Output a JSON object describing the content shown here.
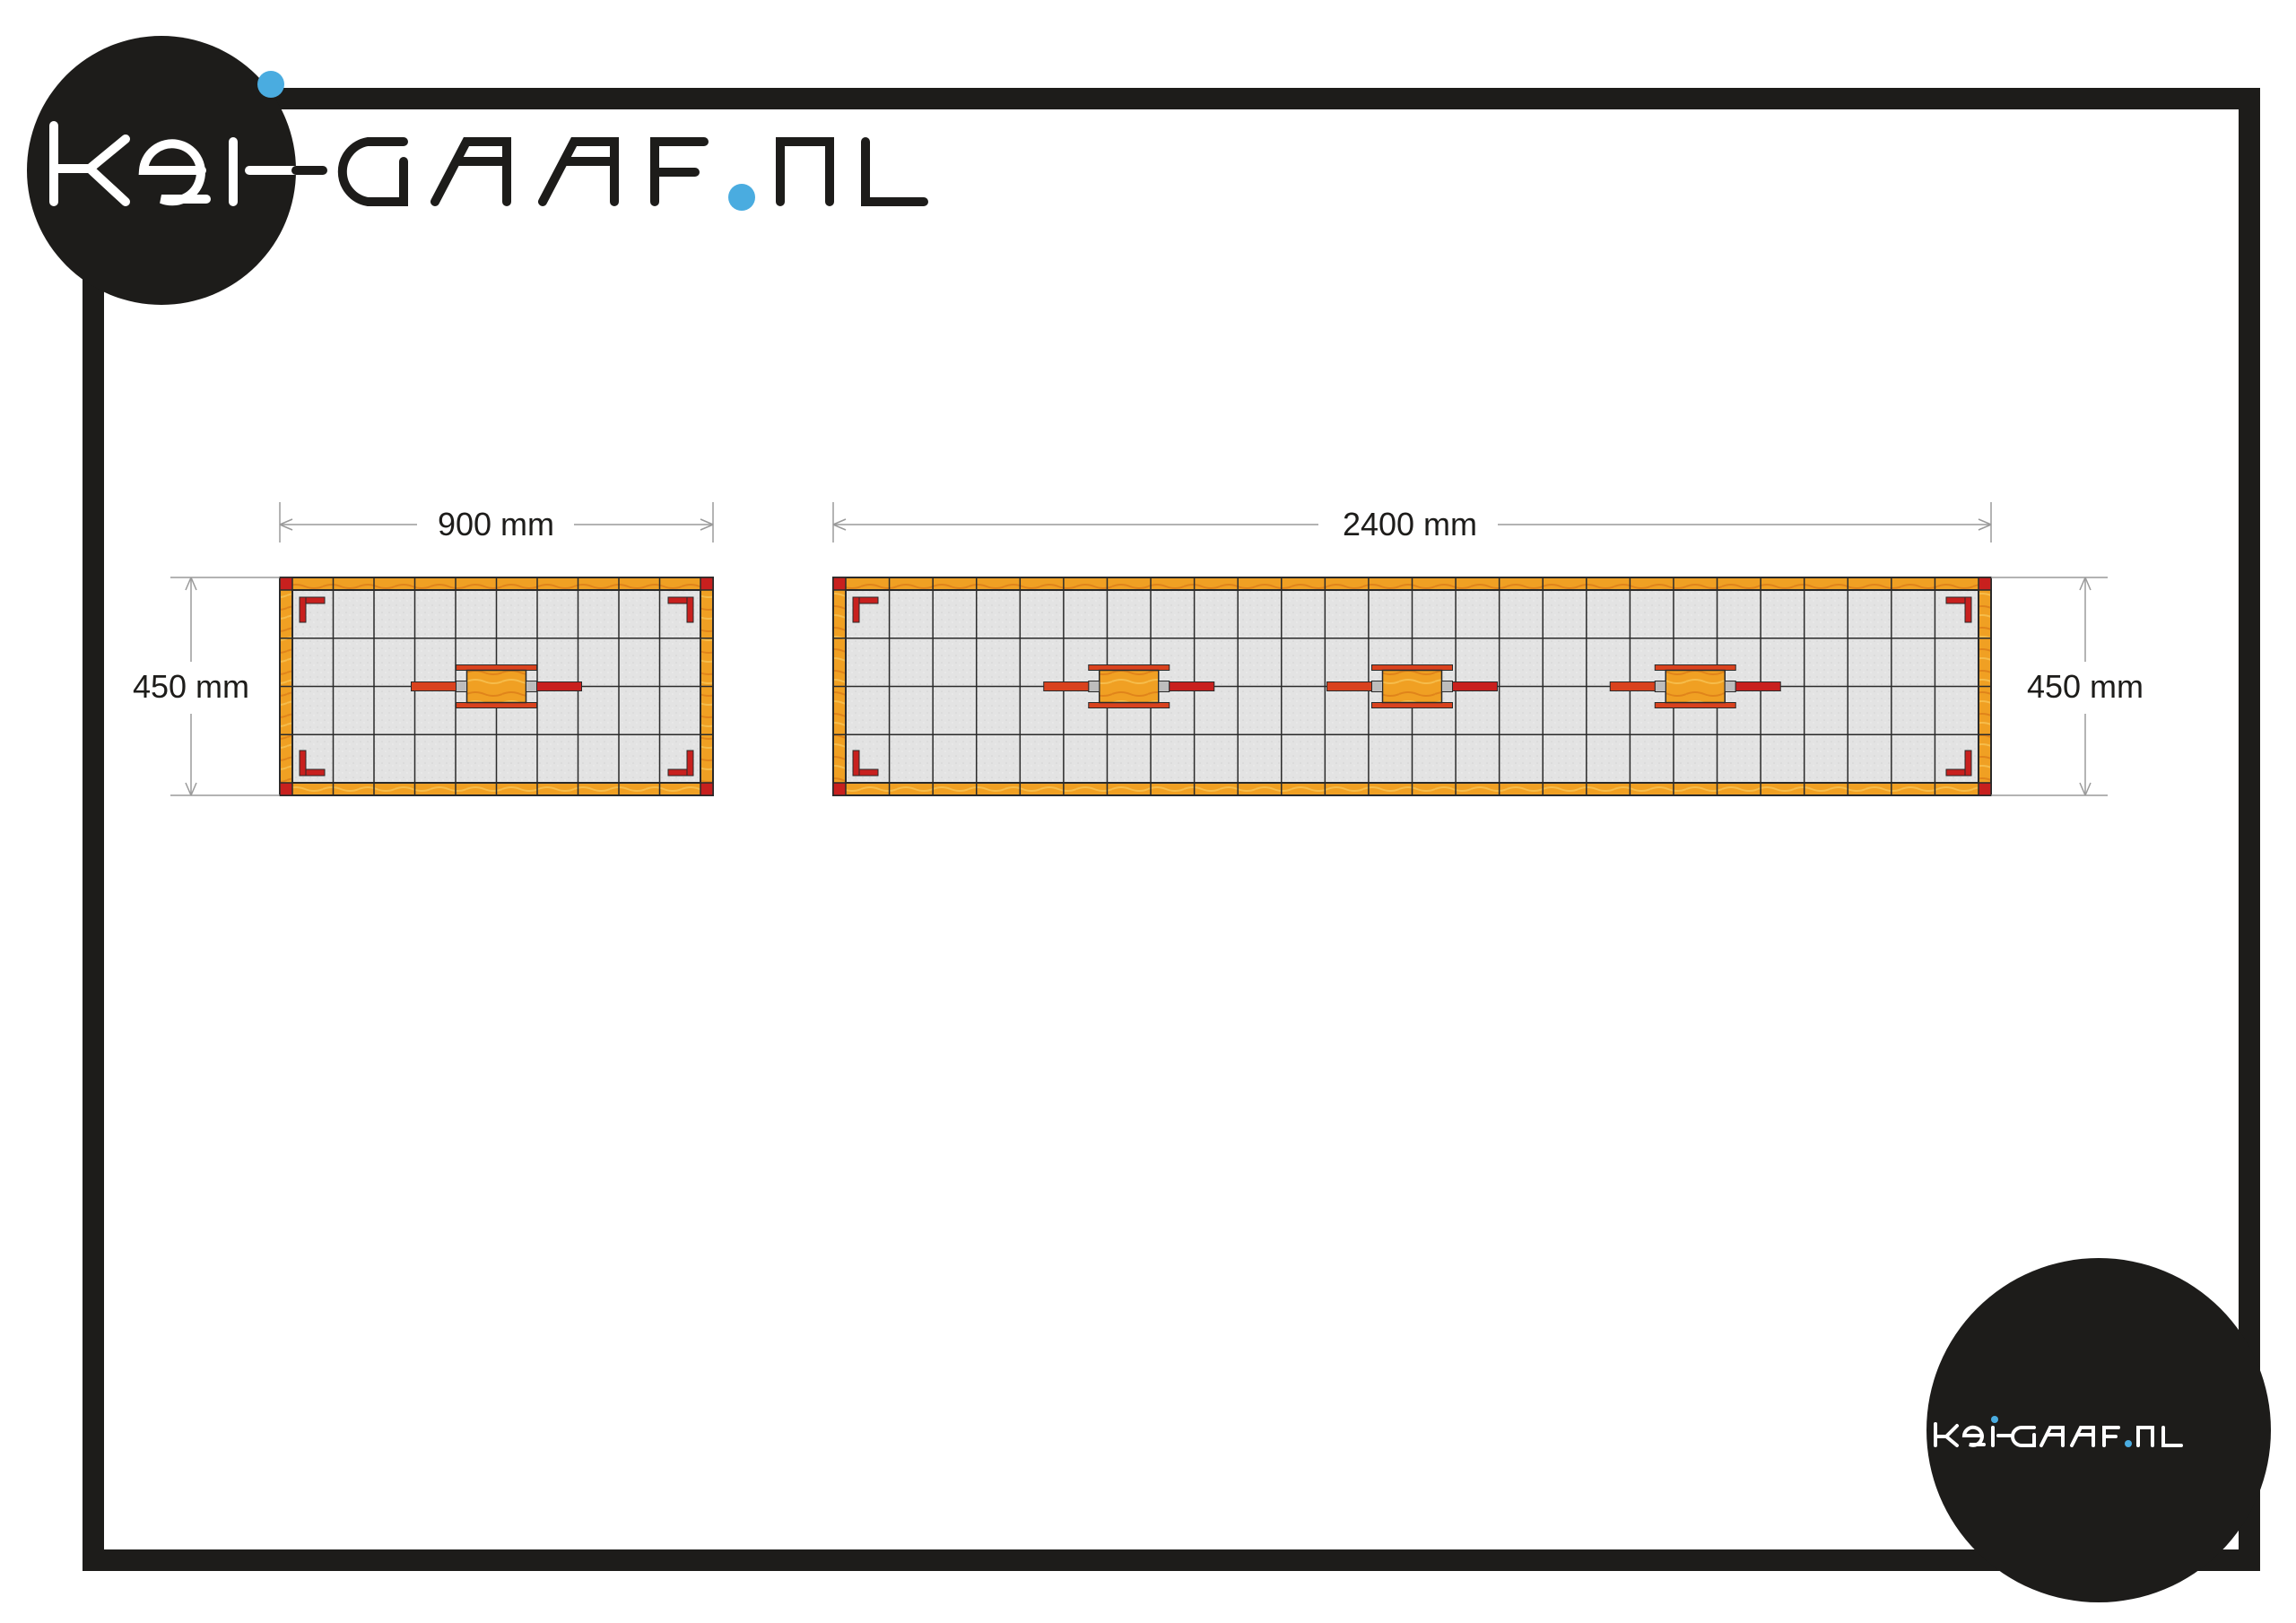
{
  "brand": {
    "name": "kei-gaaf.nl",
    "ink_color": "#1d1c1a",
    "dot_color": "#4aace0"
  },
  "colors": {
    "frame": "#1d1c1a",
    "border_glass": "#f0a023",
    "accent_glass": "#d9421e",
    "corner_glass": "#c8201e",
    "clear_glass": "#e2e2e2",
    "lead": "#2a2a2a",
    "dimension_line": "#9a9a9a"
  },
  "panels": [
    {
      "id": "small",
      "width_label": "900 mm",
      "height_label": "450 mm",
      "height_label_side": "left",
      "columns": 10,
      "rows": 4,
      "centerpieces": 1
    },
    {
      "id": "large",
      "width_label": "2400 mm",
      "height_label": "450 mm",
      "height_label_side": "right",
      "columns": 26,
      "rows": 4,
      "centerpieces": 3
    }
  ]
}
